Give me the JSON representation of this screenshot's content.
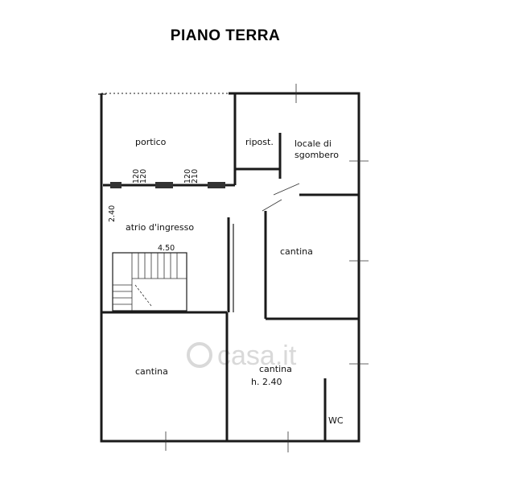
{
  "title": "PIANO TERRA",
  "rooms": {
    "portico": "portico",
    "ripost": "ripost.",
    "locale_line1": "locale di",
    "locale_line2": "sgombero",
    "atrio": "atrio d'ingresso",
    "cantina_right": "cantina",
    "cantina_left": "cantina",
    "cantina_mid": "cantina",
    "cantina_mid_h": "h. 2.40",
    "wc": "WC"
  },
  "dimensions": {
    "d120a": "120",
    "d120b": "120",
    "d120c": "120",
    "d210": "210",
    "d240": "2.40",
    "d450": "4.50"
  },
  "watermark": "casa.it"
}
